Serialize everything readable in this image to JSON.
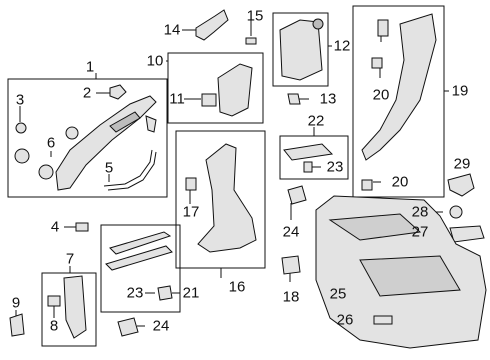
{
  "diagram": {
    "callouts": [
      {
        "id": "1",
        "text": "1"
      },
      {
        "id": "2",
        "text": "2"
      },
      {
        "id": "3",
        "text": "3"
      },
      {
        "id": "4",
        "text": "4"
      },
      {
        "id": "5",
        "text": "5"
      },
      {
        "id": "6",
        "text": "6"
      },
      {
        "id": "7",
        "text": "7"
      },
      {
        "id": "8",
        "text": "8"
      },
      {
        "id": "9",
        "text": "9"
      },
      {
        "id": "10",
        "text": "10"
      },
      {
        "id": "11",
        "text": "11"
      },
      {
        "id": "12",
        "text": "12"
      },
      {
        "id": "13",
        "text": "13"
      },
      {
        "id": "14",
        "text": "14"
      },
      {
        "id": "15",
        "text": "15"
      },
      {
        "id": "16",
        "text": "16"
      },
      {
        "id": "17",
        "text": "17"
      },
      {
        "id": "18",
        "text": "18"
      },
      {
        "id": "19",
        "text": "19"
      },
      {
        "id": "20a",
        "text": "20"
      },
      {
        "id": "20b",
        "text": "20"
      },
      {
        "id": "21",
        "text": "21"
      },
      {
        "id": "22",
        "text": "22"
      },
      {
        "id": "23a",
        "text": "23"
      },
      {
        "id": "23b",
        "text": "23"
      },
      {
        "id": "24a",
        "text": "24"
      },
      {
        "id": "24b",
        "text": "24"
      },
      {
        "id": "25",
        "text": "25"
      },
      {
        "id": "26",
        "text": "26"
      },
      {
        "id": "27",
        "text": "27"
      },
      {
        "id": "28",
        "text": "28"
      },
      {
        "id": "29",
        "text": "29"
      }
    ],
    "colors": {
      "line": "#111111",
      "part_fill": "#d9d9d9",
      "part_dark": "#9a9a9a",
      "background": "#ffffff"
    }
  }
}
